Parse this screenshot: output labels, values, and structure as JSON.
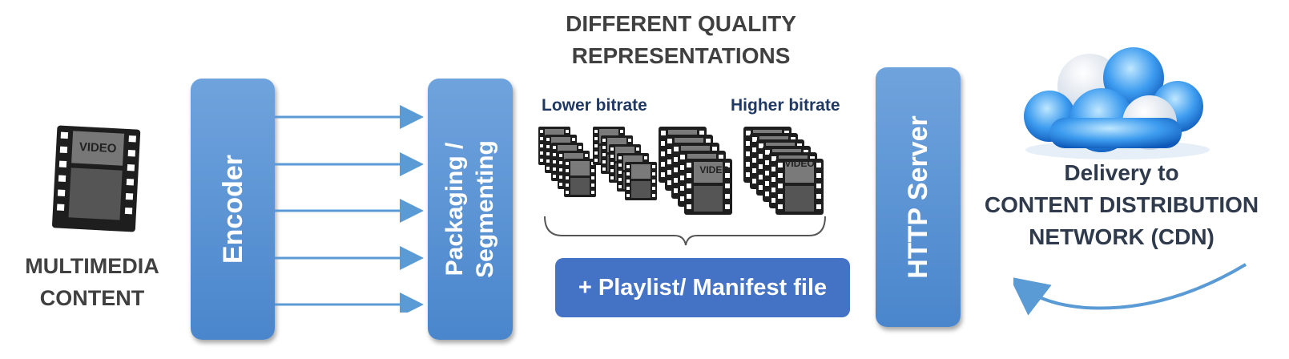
{
  "title": {
    "line1": "DIFFERENT QUALITY",
    "line2": "REPRESENTATIONS"
  },
  "source": {
    "line1": "MULTIMEDIA",
    "line2": "CONTENT",
    "icon": "video-film-icon",
    "film_label": "VIDEO"
  },
  "encoder": {
    "label": "Encoder"
  },
  "packaging": {
    "line1": "Packaging /",
    "line2": "Segmenting"
  },
  "qualities": {
    "lower_label": "Lower bitrate",
    "higher_label": "Higher bitrate",
    "groups": [
      {
        "film_label": ""
      },
      {
        "film_label": ""
      },
      {
        "film_label": "VIDEO"
      },
      {
        "film_label": "VIDEO"
      }
    ]
  },
  "playlist": {
    "label": "+ Playlist/ Manifest file"
  },
  "server": {
    "label": "HTTP Server"
  },
  "cdn": {
    "line1": "Delivery to",
    "line2": "CONTENT DISTRIBUTION",
    "line3": "NETWORK (CDN)",
    "icon": "cloud-icon"
  },
  "colors": {
    "box_blue": "#5b9bd5",
    "arrow_blue": "#5b9bd5",
    "playlist_blue": "#4472c4",
    "dark_text": "#404040",
    "cdn_text": "#2f3b4c",
    "bitrate_text": "#1f3864"
  }
}
